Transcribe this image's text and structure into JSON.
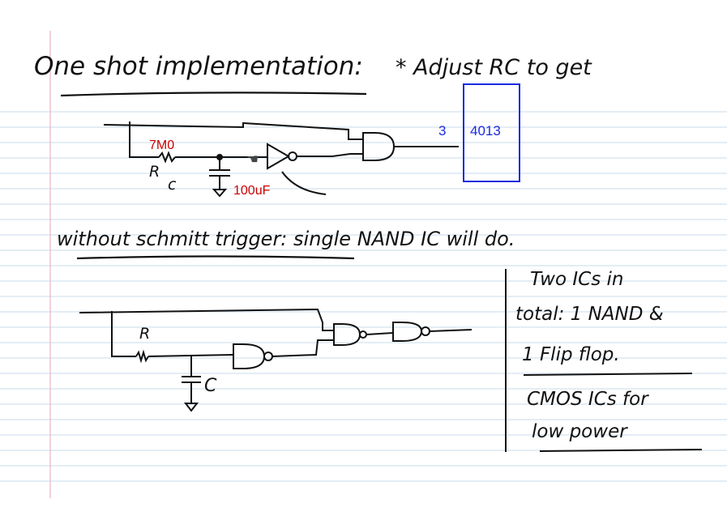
{
  "notes": {
    "heading": "One shot implementation:",
    "adjust_note": "* Adjust RC to get",
    "without_schmitt": "without schmitt trigger: single NAND IC will do.",
    "r_label_top": "R",
    "c_label_top": "c",
    "r_label_bottom": "R",
    "c_label_bottom": "C",
    "box_line1": "Two ICs in",
    "box_line2": "total: 1 NAND &",
    "box_line3": "1 Flip flop.",
    "box_line4": "CMOS ICs for",
    "box_line5": "low power"
  },
  "annotations": {
    "resistor_value": "7M0",
    "capacitor_value": "100uF",
    "pin_number": "3",
    "chip_label": "4013"
  },
  "colors": {
    "rule_line": "#c9dbe9",
    "margin_line": "#e8b5c0",
    "ink": "#111111",
    "red_annotation": "#cc0000",
    "blue_annotation": "#1a2be0"
  }
}
